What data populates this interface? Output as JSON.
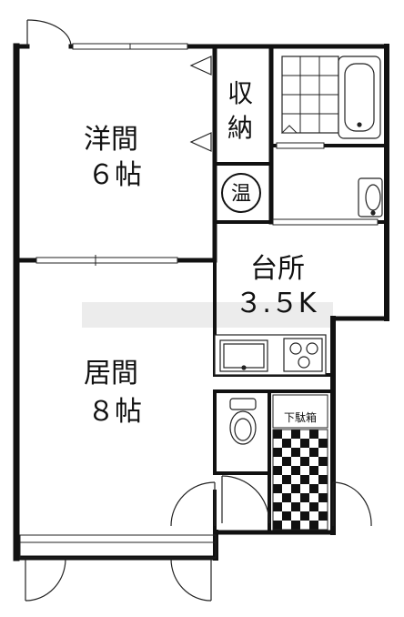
{
  "rooms": {
    "western": {
      "name": "洋間",
      "size": "６帖"
    },
    "storage": {
      "line1": "収",
      "line2": "納"
    },
    "water_heater": {
      "label": "温"
    },
    "kitchen": {
      "name": "台所",
      "size": "３.５K"
    },
    "living": {
      "name": "居間",
      "size": "８帖"
    },
    "shoe_cabinet": {
      "label": "下駄箱"
    }
  },
  "colors": {
    "wall": "#111111",
    "line": "#222222",
    "watermark": "#ececec"
  },
  "icons": [
    "door-swing-icon",
    "window-icon",
    "bathtub-icon",
    "washbasin-icon",
    "toilet-icon",
    "kitchen-sink-icon",
    "stove-icon",
    "water-heater-icon"
  ]
}
